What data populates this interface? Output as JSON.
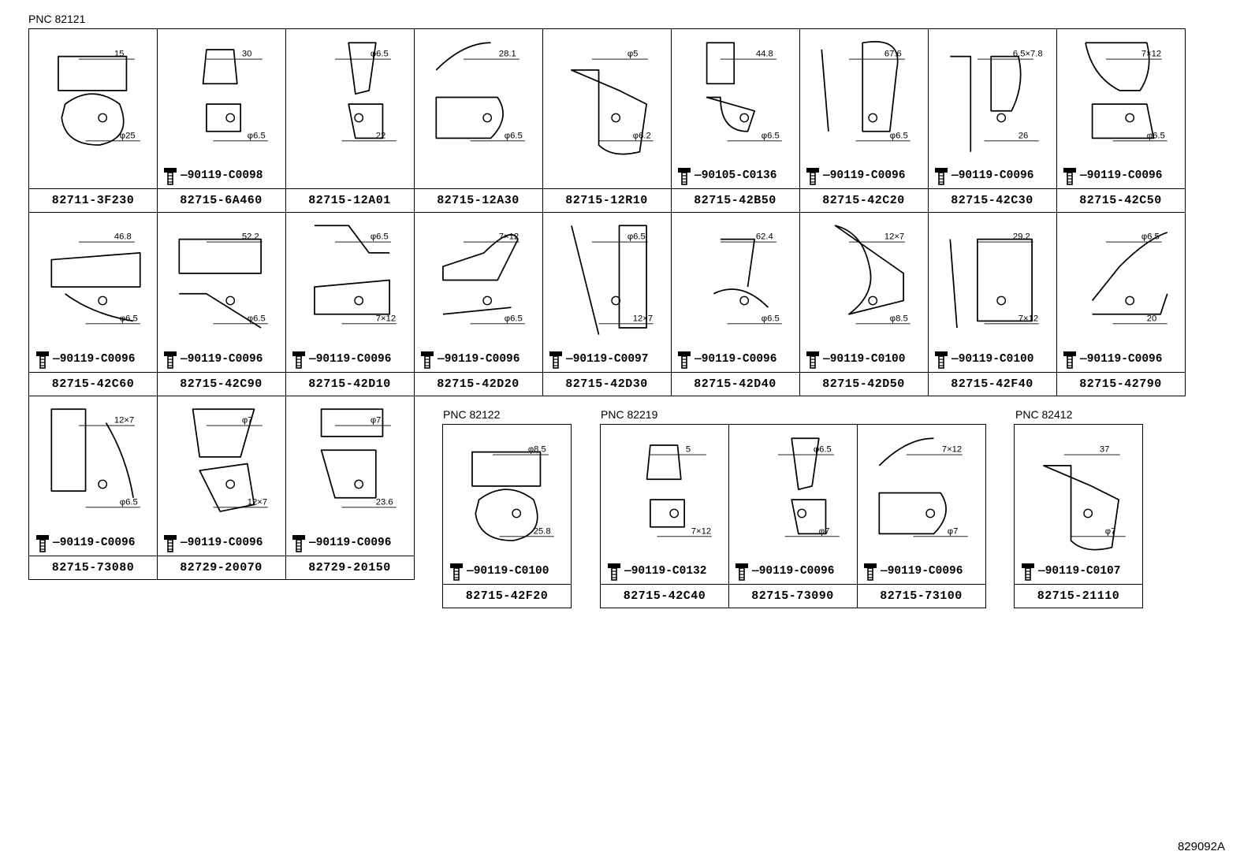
{
  "groups": [
    {
      "pnc": "PNC 82121",
      "cells": [
        {
          "part": "82711-3F230",
          "bolt": "",
          "dims": [
            "15",
            "φ25"
          ]
        },
        {
          "part": "82715-6A460",
          "bolt": "90119-C0098",
          "dims": [
            "30",
            "φ6.5"
          ]
        },
        {
          "part": "82715-12A01",
          "bolt": "",
          "dims": [
            "φ6.5",
            "22"
          ]
        },
        {
          "part": "82715-12A30",
          "bolt": "",
          "dims": [
            "28.1",
            "φ6.5"
          ]
        },
        {
          "part": "82715-12R10",
          "bolt": "",
          "dims": [
            "φ5",
            "φ6.2"
          ]
        },
        {
          "part": "82715-42B50",
          "bolt": "90105-C0136",
          "dims": [
            "44.8",
            "φ6.5"
          ]
        },
        {
          "part": "82715-42C20",
          "bolt": "90119-C0096",
          "dims": [
            "67.6",
            "φ6.5"
          ]
        },
        {
          "part": "82715-42C30",
          "bolt": "90119-C0096",
          "dims": [
            "6.5×7.8",
            "26"
          ]
        },
        {
          "part": "82715-42C50",
          "bolt": "90119-C0096",
          "dims": [
            "7×12",
            "φ6.5"
          ]
        },
        {
          "part": "82715-42C60",
          "bolt": "90119-C0096",
          "dims": [
            "46.8",
            "φ6.5"
          ]
        },
        {
          "part": "82715-42C90",
          "bolt": "90119-C0096",
          "dims": [
            "52.2",
            "φ6.5"
          ]
        },
        {
          "part": "82715-42D10",
          "bolt": "90119-C0096",
          "dims": [
            "φ6.5",
            "7×12"
          ]
        },
        {
          "part": "82715-42D20",
          "bolt": "90119-C0096",
          "dims": [
            "7×12",
            "φ6.5"
          ]
        },
        {
          "part": "82715-42D30",
          "bolt": "90119-C0097",
          "dims": [
            "φ6.5",
            "12×7"
          ]
        },
        {
          "part": "82715-42D40",
          "bolt": "90119-C0096",
          "dims": [
            "62.4",
            "φ6.5"
          ]
        },
        {
          "part": "82715-42D50",
          "bolt": "90119-C0100",
          "dims": [
            "12×7",
            "φ8.5"
          ]
        },
        {
          "part": "82715-42F40",
          "bolt": "90119-C0100",
          "dims": [
            "29.2",
            "7×12"
          ]
        },
        {
          "part": "82715-42790",
          "bolt": "90119-C0096",
          "dims": [
            "φ6.5",
            "20"
          ]
        },
        {
          "part": "82715-73080",
          "bolt": "90119-C0096",
          "dims": [
            "12×7",
            "φ6.5"
          ]
        },
        {
          "part": "82729-20070",
          "bolt": "90119-C0096",
          "dims": [
            "φ7",
            "12×7"
          ]
        },
        {
          "part": "82729-20150",
          "bolt": "90119-C0096",
          "dims": [
            "φ7",
            "23.6"
          ]
        }
      ]
    },
    {
      "pnc": "PNC 82122",
      "cells": [
        {
          "part": "82715-42F20",
          "bolt": "90119-C0100",
          "dims": [
            "φ8.5",
            "25.8"
          ]
        }
      ]
    },
    {
      "pnc": "PNC 82219",
      "cells": [
        {
          "part": "82715-42C40",
          "bolt": "90119-C0132",
          "dims": [
            "5",
            "7×12"
          ]
        },
        {
          "part": "82715-73090",
          "bolt": "90119-C0096",
          "dims": [
            "φ6.5",
            "φ7"
          ]
        },
        {
          "part": "82715-73100",
          "bolt": "90119-C0096",
          "dims": [
            "7×12",
            "φ7"
          ]
        }
      ]
    },
    {
      "pnc": "PNC 82412",
      "cells": [
        {
          "part": "82715-21110",
          "bolt": "90119-C0107",
          "dims": [
            "37",
            "φ7"
          ]
        }
      ]
    }
  ],
  "diagram_code": "829092A"
}
